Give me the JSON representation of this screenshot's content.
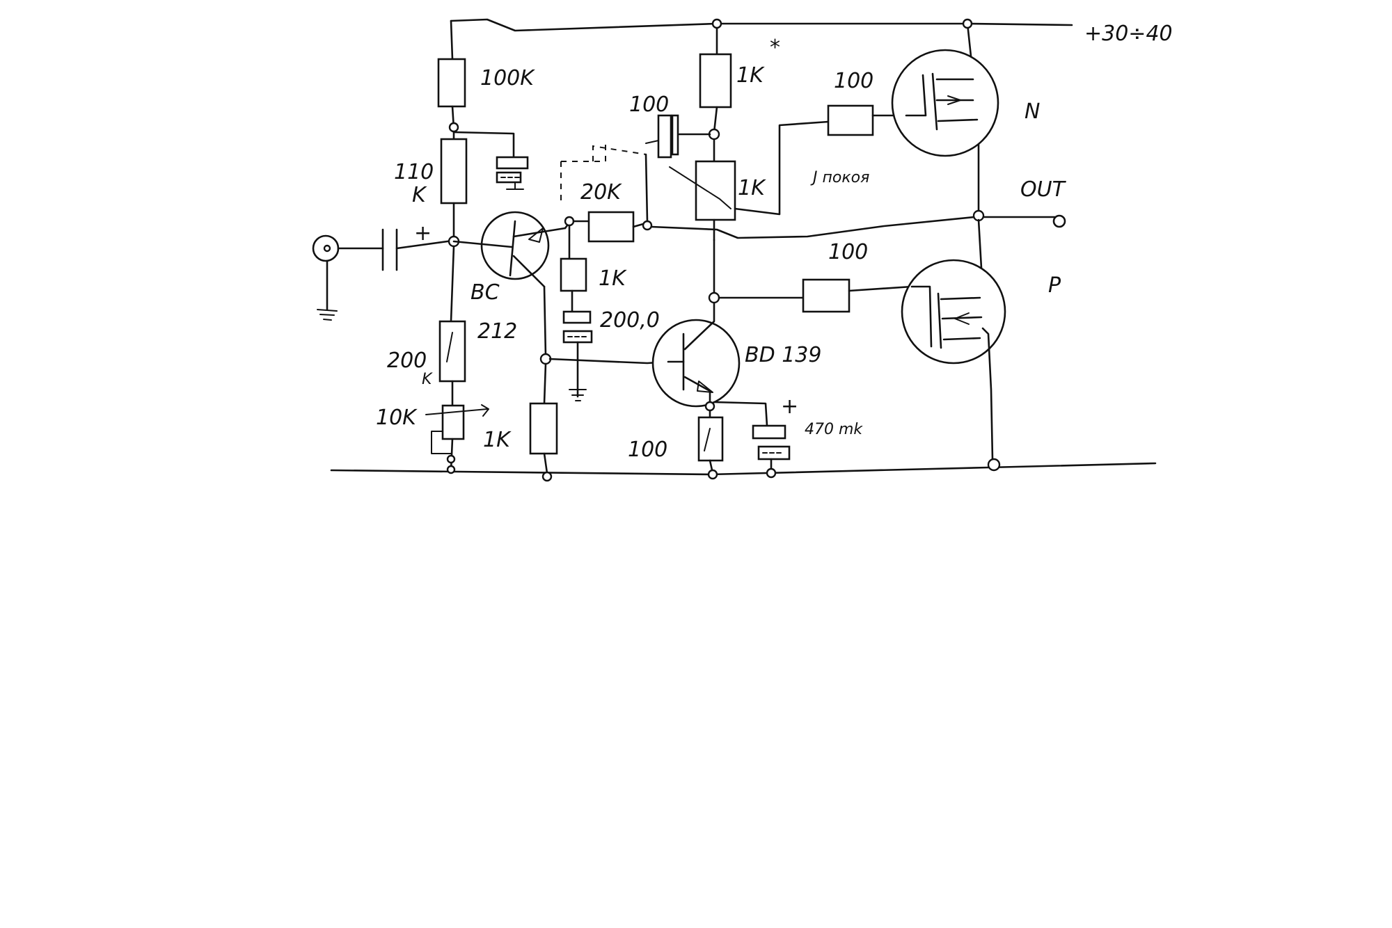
{
  "supply": {
    "label": "+30÷40"
  },
  "output": {
    "label": "OUT"
  },
  "mosfets": {
    "upper_label": "N",
    "lower_label": "P"
  },
  "input_cap_polarity": "+",
  "resistors": {
    "r_bias_top": "100K",
    "r_bias_mid": "110",
    "r_bias_mid_k": "K",
    "r_bias_low": "200",
    "r_bias_low_k": "K",
    "trimmer": "10K",
    "r_q1_emitter": "1K",
    "r_feedback": "20K",
    "r_q1_collector": "1K",
    "r_vas_collector": "1K",
    "r_vas_star": "*",
    "r_trimmer_100": "100",
    "r_bias_1k": "1K",
    "r_gate_n": "100",
    "r_gate_p": "100",
    "r_vas_emitter": "100"
  },
  "capacitors": {
    "c_feedback": "200,0",
    "c_emitter": "470 mk",
    "c_emitter_polarity": "+"
  },
  "quiescent_label": "J покоя",
  "transistors": {
    "q1_line1": "BC",
    "q1_line2": "212",
    "q2": "BD 139"
  }
}
